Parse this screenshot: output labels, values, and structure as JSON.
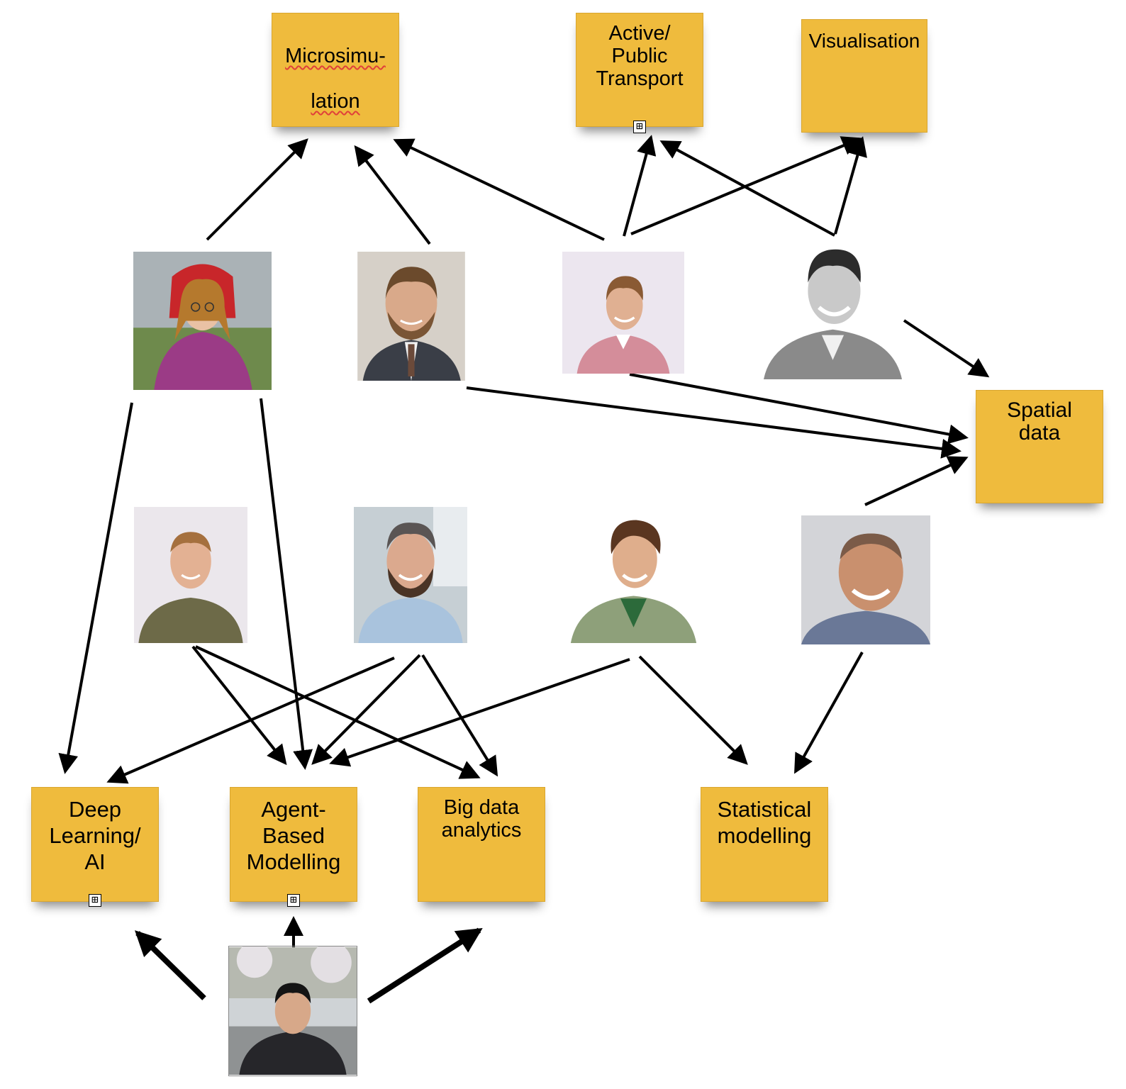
{
  "topics": {
    "microsimulation": {
      "line1": "Microsimu-",
      "line2": "lation"
    },
    "active_public_transport": "Active/\nPublic\nTransport",
    "visualisation": "Visualisation",
    "spatial_data": "Spatial\ndata",
    "deep_learning_ai": "Deep\nLearning/\nAI",
    "agent_based_modelling": "Agent-\nBased\nModelling",
    "big_data_analytics": "Big data\nanalytics",
    "statistical_modelling": "Statistical\nmodelling"
  },
  "expand_glyph": "⊞",
  "colors": {
    "note": "#efbb3d",
    "arrow": "#000000"
  }
}
